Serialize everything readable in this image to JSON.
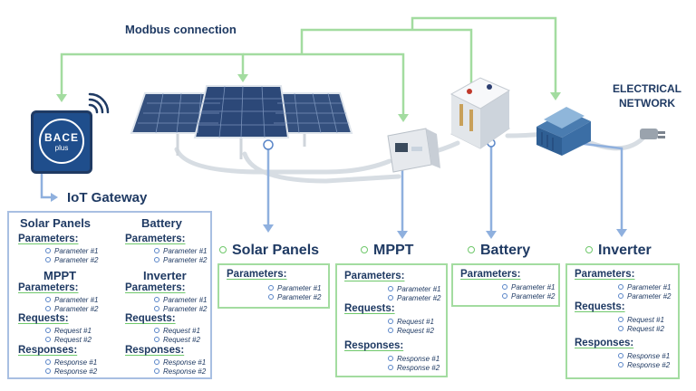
{
  "modbus_label": "Modbus connection",
  "network_label": [
    "ELECTRICAL",
    "NETWORK"
  ],
  "gateway": {
    "logo_text": "BACE",
    "logo_sub": "plus",
    "label": "IoT Gateway",
    "solar": {
      "title": "Solar Panels",
      "params_label": "Parameters:",
      "params": [
        "Parameter #1",
        "Parameter #2"
      ]
    },
    "battery": {
      "title": "Battery",
      "params_label": "Parameters:",
      "params": [
        "Parameter #1",
        "Parameter #2"
      ]
    },
    "mppt": {
      "title": "MPPT",
      "params_label": "Parameters:",
      "params": [
        "Parameter #1",
        "Parameter #2"
      ],
      "requests_label": "Requests:",
      "requests": [
        "Request #1",
        "Request #2"
      ],
      "responses_label": "Responses:",
      "responses": [
        "Response #1",
        "Response #2"
      ]
    },
    "inverter": {
      "title": "Inverter",
      "params_label": "Parameters:",
      "params": [
        "Parameter #1",
        "Parameter #2"
      ],
      "requests_label": "Requests:",
      "requests": [
        "Request #1",
        "Request #2"
      ],
      "responses_label": "Responses:",
      "responses": [
        "Response #1",
        "Response #2"
      ]
    }
  },
  "solar_box": {
    "title": "Solar Panels",
    "params_label": "Parameters:",
    "params": [
      "Parameter #1",
      "Parameter #2"
    ]
  },
  "mppt_box": {
    "title": "MPPT",
    "params_label": "Parameters:",
    "params": [
      "Parameter #1",
      "Parameter #2"
    ],
    "requests_label": "Requests:",
    "requests": [
      "Request #1",
      "Request #2"
    ],
    "responses_label": "Responses:",
    "responses": [
      "Response #1",
      "Response #2"
    ]
  },
  "battery_box": {
    "title": "Battery",
    "params_label": "Parameters:",
    "params": [
      "Parameter #1",
      "Parameter #2"
    ]
  },
  "inverter_box": {
    "title": "Inverter",
    "params_label": "Parameters:",
    "params": [
      "Parameter #1",
      "Parameter #2"
    ],
    "requests_label": "Requests:",
    "requests": [
      "Request #1",
      "Request #2"
    ],
    "responses_label": "Responses:",
    "responses": [
      "Response #1",
      "Response #2"
    ]
  },
  "colors": {
    "green": "#a3dca0",
    "blue": "#a8bfe2",
    "navy": "#1f3a63",
    "gateway_bg": "#1f4e8c"
  }
}
